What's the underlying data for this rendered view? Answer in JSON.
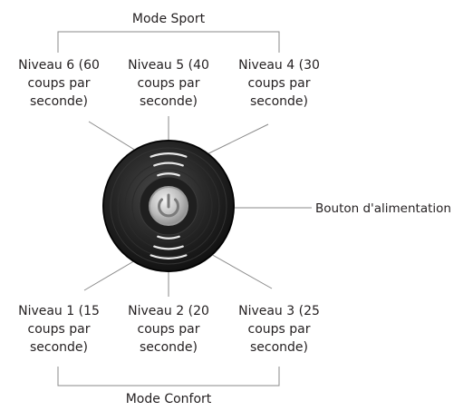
{
  "modes": {
    "sport": "Mode Sport",
    "confort": "Mode Confort"
  },
  "levels": {
    "l6": [
      "Niveau 6 (60",
      "coups par",
      "seconde)"
    ],
    "l5": [
      "Niveau 5 (40",
      "coups par",
      "seconde)"
    ],
    "l4": [
      "Niveau 4 (30",
      "coups par",
      "seconde)"
    ],
    "l1": [
      "Niveau 1 (15",
      "coups par",
      "seconde)"
    ],
    "l2": [
      "Niveau 2 (20",
      "coups par",
      "seconde)"
    ],
    "l3": [
      "Niveau 3 (25",
      "coups par",
      "seconde)"
    ]
  },
  "power_button": "Bouton d'alimentation",
  "colors": {
    "text": "#231f20",
    "line": "#8a8a8a",
    "device_dark": "#1a1a1a",
    "device_ring": "#5a5a5a",
    "button_light": "#d9d9d9"
  },
  "icons": {
    "power": "power-icon"
  }
}
